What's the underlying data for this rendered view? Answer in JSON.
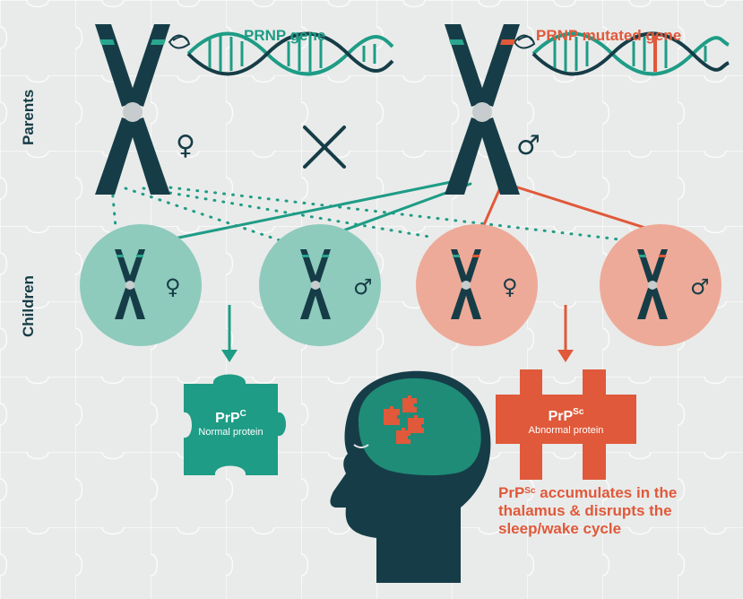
{
  "colors": {
    "background": "#e9ebea",
    "chromosome": "#163d47",
    "normal": "#1e9c86",
    "mutated": "#e0593a",
    "normal_circle": "#8fcbbd",
    "mutated_circle": "#eeaa98",
    "gene_band_normal": "#2aa68f",
    "gene_band_mutated": "#e0593a"
  },
  "labels": {
    "parents": "Parents",
    "children": "Children",
    "prnp_gene": "PRNP gene",
    "prnp_mutated_gene": "PRNP mutated gene"
  },
  "symbols": {
    "female": "♀",
    "male": "♂"
  },
  "parents": [
    {
      "sex": "female",
      "gene": "normal"
    },
    {
      "sex": "male",
      "gene": "mutated"
    }
  ],
  "children": [
    {
      "sex": "female",
      "gene": "normal"
    },
    {
      "sex": "male",
      "gene": "normal"
    },
    {
      "sex": "female",
      "gene": "mutated"
    },
    {
      "sex": "male",
      "gene": "mutated"
    }
  ],
  "proteins": {
    "normal": {
      "name": "PrP",
      "superscript": "C",
      "subtitle": "Normal protein"
    },
    "abnormal": {
      "name": "PrP",
      "superscript": "Sc",
      "subtitle": "Abnormal protein"
    }
  },
  "note": {
    "subject": "PrP",
    "subject_superscript": "Sc",
    "line1": " accumulates in the",
    "line2": "thalamus & disrupts the",
    "line3": "sleep/wake cycle"
  }
}
